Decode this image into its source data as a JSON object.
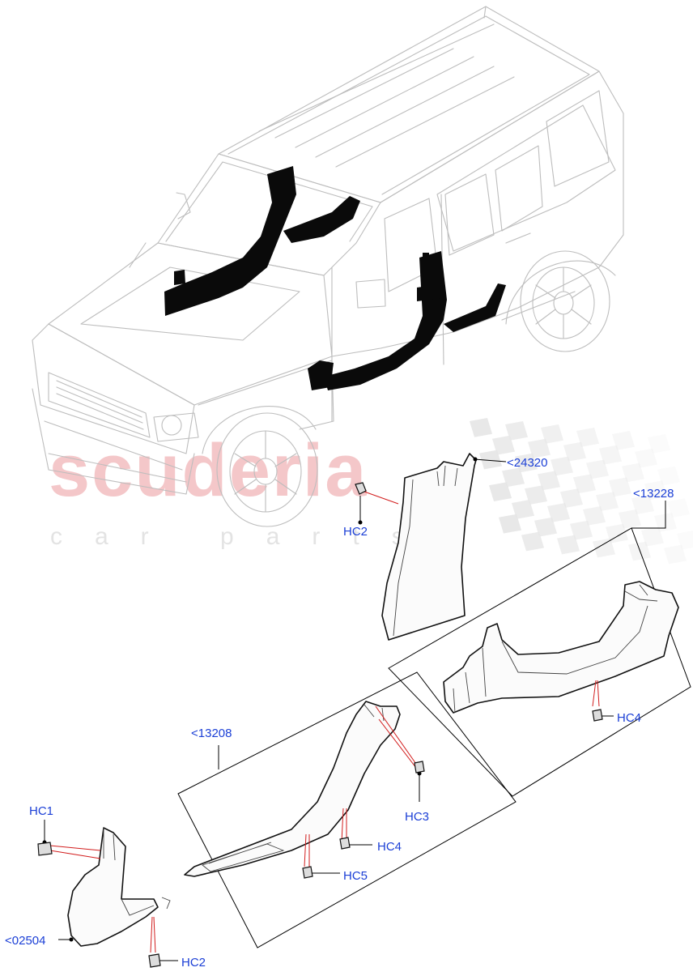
{
  "watermark": {
    "brand": "scuderia",
    "tagline": "car parts",
    "brand_color": "#f4c7c9",
    "checker_color": "#e6e6e6"
  },
  "callouts": {
    "part_24320": "<24320",
    "part_13228": "<13228",
    "part_13208": "<13208",
    "part_02504": "<02504",
    "hc2_top": "HC2",
    "hc4_right": "HC4",
    "hc3": "HC3",
    "hc4_mid": "HC4",
    "hc5": "HC5",
    "hc1": "HC1",
    "hc2_bottom": "HC2"
  },
  "colors": {
    "callout_text": "#1b3fd6",
    "leader_red": "#d21d1d",
    "vehicle_outline": "#bdbdbd",
    "part_outline": "#111111"
  },
  "icons": [
    "clip-icon"
  ]
}
